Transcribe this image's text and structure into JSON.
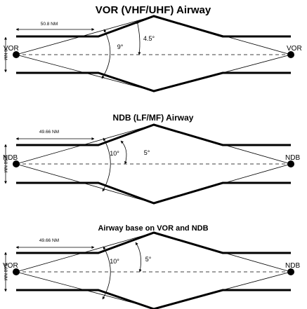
{
  "panels": [
    {
      "title": "VOR (VHF/UHF) Airway",
      "left_station": "VOR",
      "right_station": "VOR",
      "distance_label": "50.8 NM",
      "width_label": "8 NM",
      "outer_angle_label": "9°",
      "inner_angle_label": "4.5°"
    },
    {
      "title": "NDB (LF/MF) Airway",
      "left_station": "NDB",
      "right_station": "NDB",
      "distance_label": "49.66 NM",
      "width_label": "8.68 NM",
      "outer_angle_label": "10°",
      "inner_angle_label": "5°"
    },
    {
      "title": "Airway base on VOR and NDB",
      "left_station": "VOR",
      "right_station": "NDB",
      "distance_label": "49.66 NM",
      "width_label": "8.68 NM",
      "outer_angle_label": "10°",
      "inner_angle_label": "5°"
    }
  ],
  "colors": {
    "line": "#000000",
    "centerline": "#a0a0a0",
    "background": "#ffffff"
  }
}
